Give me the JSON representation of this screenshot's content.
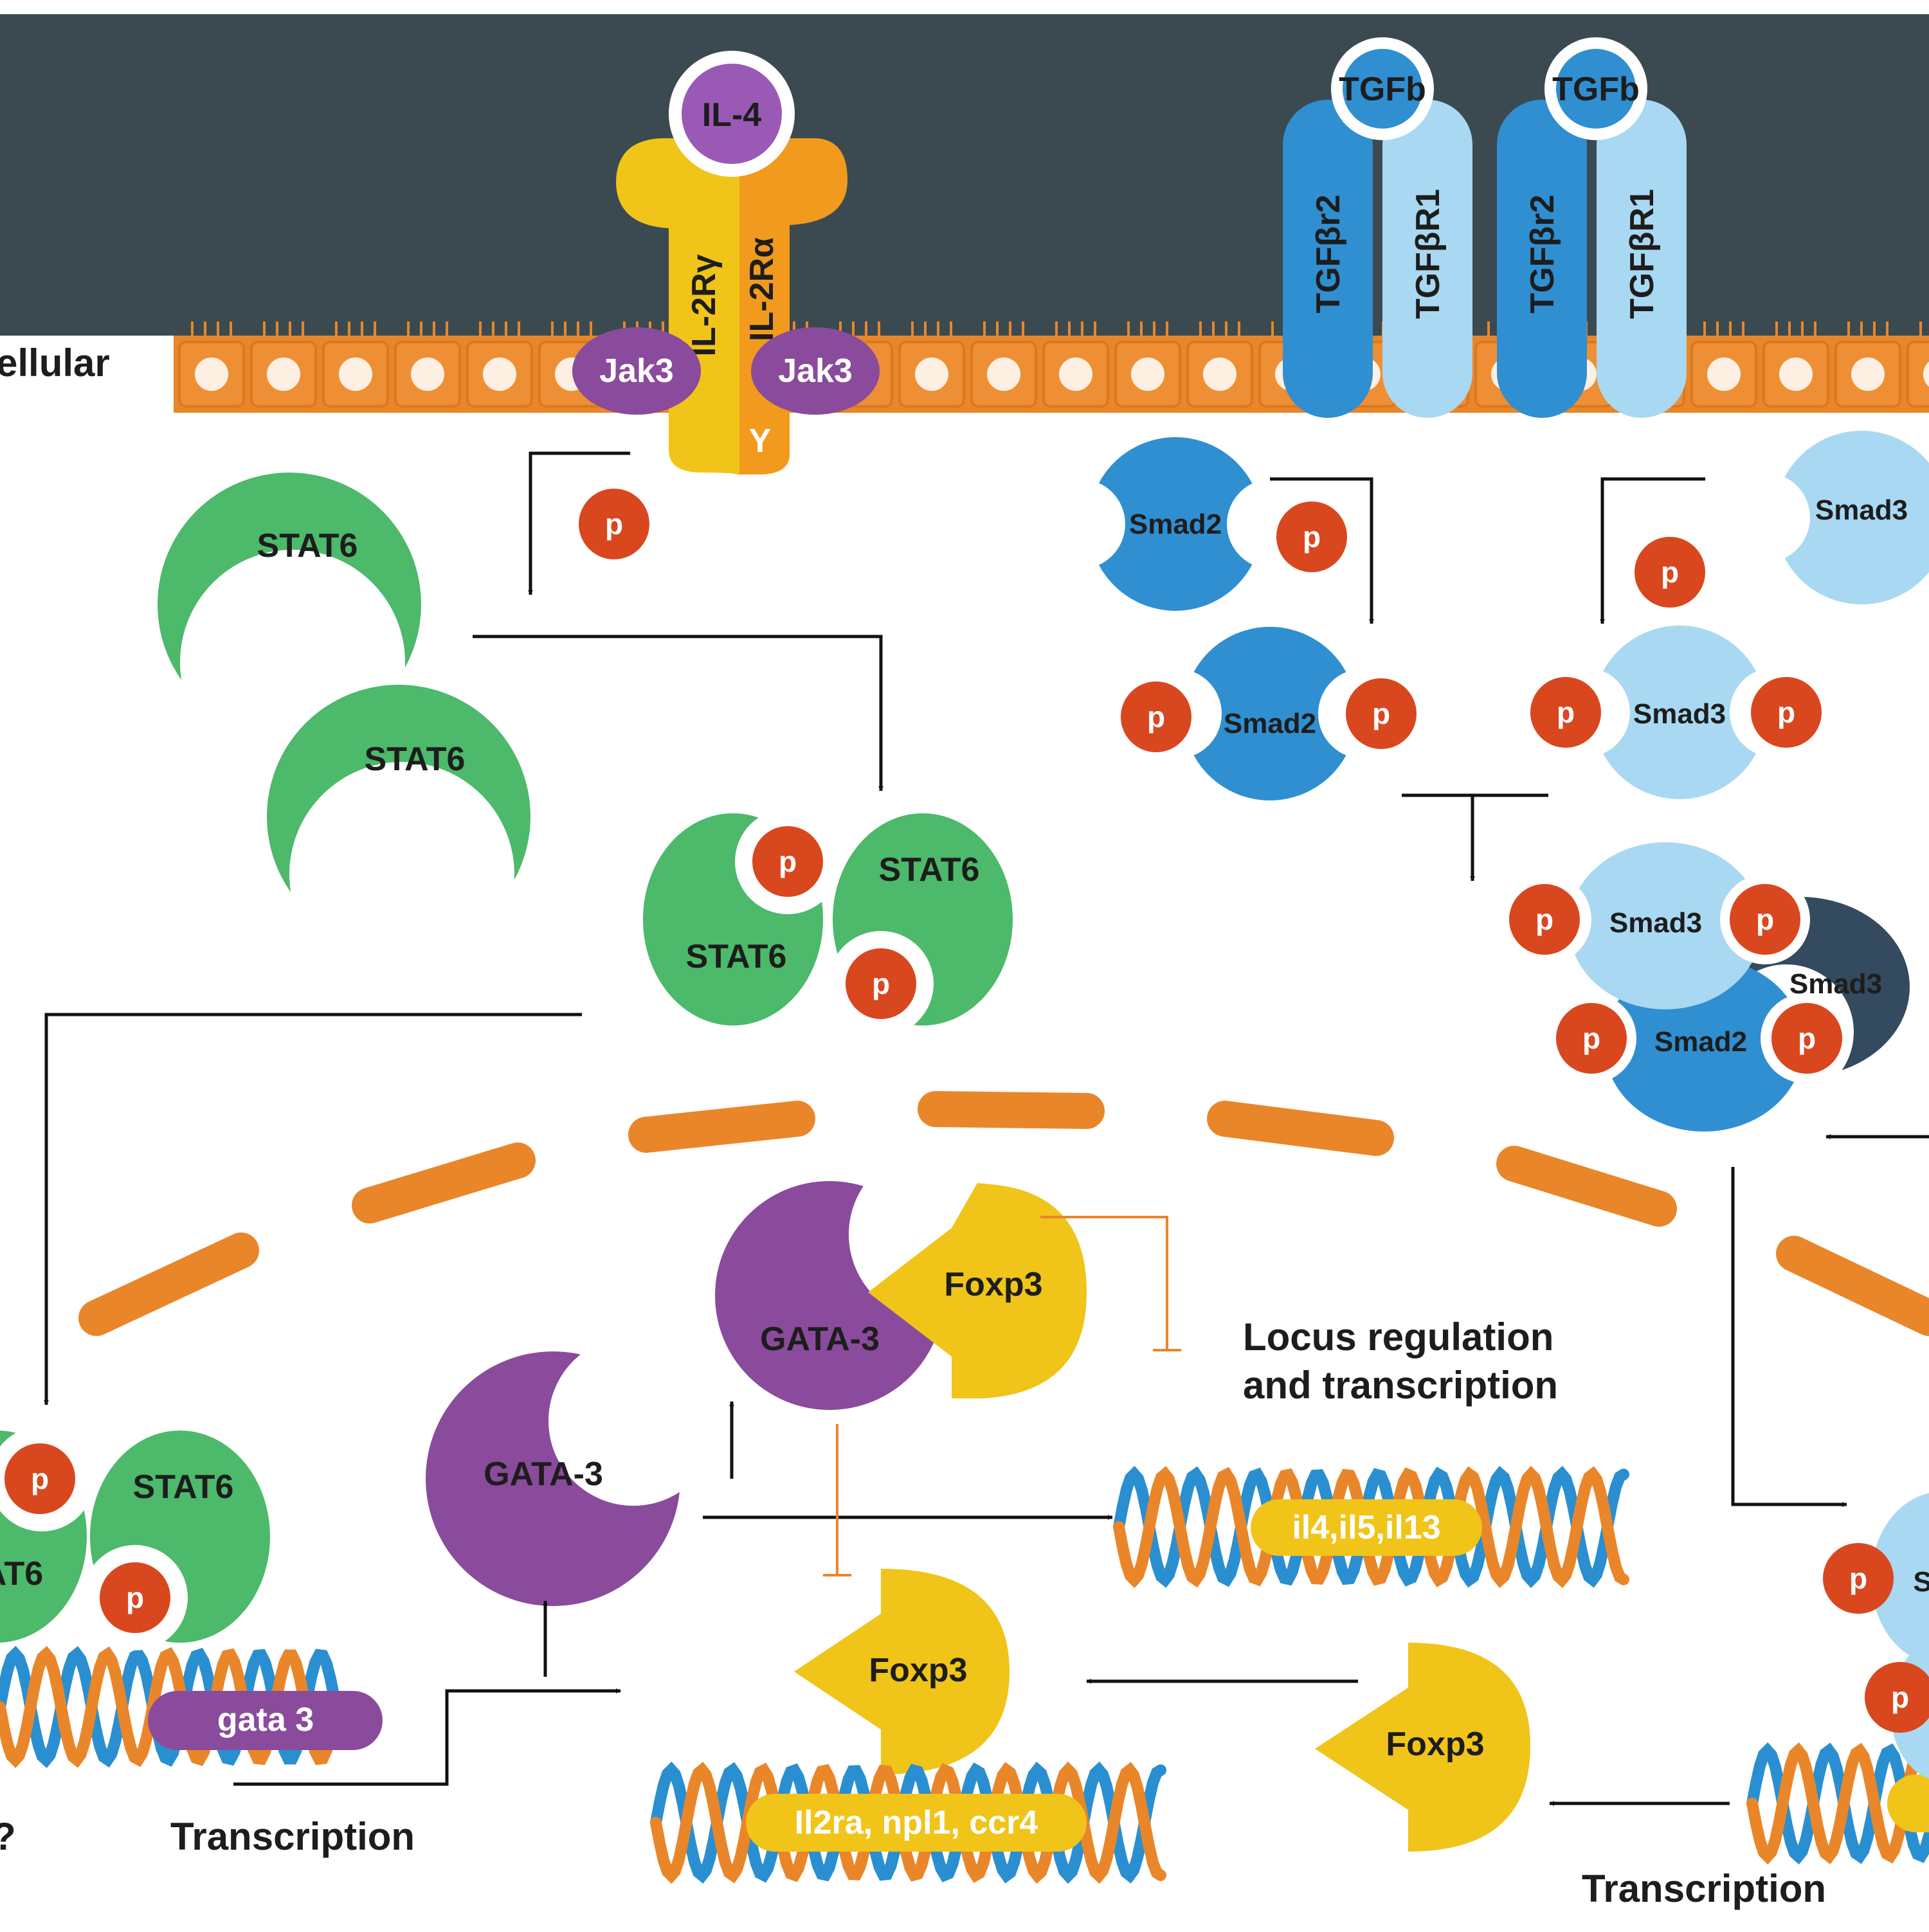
{
  "colors": {
    "extracellular": "#3b4a51",
    "membrane": "#e9862a",
    "stat6": "#4cb96b",
    "gata3": "#8a4b9c",
    "foxp3": "#f0c419",
    "smad2": "#2f8fd1",
    "smad3": "#a9d8f2",
    "smad3_dark": "#344a5e",
    "phospho": "#d9471f",
    "il4": "#9b59b6",
    "il2rg": "#f0c419",
    "il2ra": "#f29a1d",
    "jak3": "#8a4b9c",
    "dna_blue": "#2a8fd0",
    "dna_orange": "#e9862a",
    "inhibit": "#e9862a"
  },
  "membrane_label": "ellular",
  "receptor": {
    "ligand": "IL-4",
    "chain_gamma": "IL-2Rγ",
    "chain_alpha": "IL-2Rα",
    "jak_left": "Jak3",
    "jak_right": "Jak3",
    "tyrosine": "Y"
  },
  "tgf_receptors": [
    {
      "ligand": "TGFb",
      "r2": "TGFβr2",
      "r1": "TGFβR1"
    },
    {
      "ligand": "TGFb",
      "r2": "TGFβr2",
      "r1": "TGFβR1"
    }
  ],
  "phospho_label": "p",
  "stat6": {
    "free_1": "STAT6",
    "free_2": "STAT6",
    "dimer_left": "STAT6",
    "dimer_right": "STAT6",
    "nuclear_left": "AT6",
    "nuclear_right": "STAT6"
  },
  "smads": {
    "smad2_free": "Smad2",
    "smad3_free": "Smad3",
    "smad2_phos": "Smad2",
    "smad3_phos": "Smad3",
    "complex_smad3": "Smad3",
    "complex_smad3_dark": "Smad3",
    "complex_smad2": "Smad2",
    "edge_partial": "S"
  },
  "gata3": {
    "complex": "GATA-3",
    "free": "GATA-3"
  },
  "foxp3": {
    "complex": "Foxp3",
    "bound": "Foxp3",
    "free": "Foxp3"
  },
  "genes": {
    "gata3": "gata 3",
    "th2": "il4,il5,il13",
    "treg": "Il2ra, npl1, ccr4"
  },
  "text": {
    "locus_line1": "Locus regulation",
    "locus_line2": "and transcription",
    "transcription_left": "Transcription",
    "transcription_right": "Transcription",
    "question_mark": "?"
  }
}
